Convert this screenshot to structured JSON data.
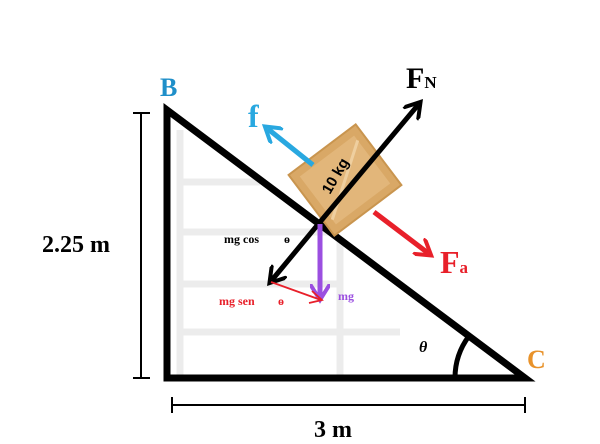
{
  "labels": {
    "vertex_b": "B",
    "vertex_c": "C",
    "height": "2.25 m",
    "base": "3 m",
    "angle": "θ",
    "mass": "10 kg",
    "normal_force": "F",
    "normal_force_sub": "N",
    "friction": "f",
    "applied_force": "F",
    "applied_force_sub": "a",
    "mg_cos": "mg cos",
    "mg_cos_theta": "ө",
    "mg_sen": "mg sen",
    "mg_sen_theta": "ө",
    "weight": "mg"
  },
  "colors": {
    "incline": "#000000",
    "box": "#d9a866",
    "friction": "#29a8e0",
    "applied": "#e8202a",
    "weight": "#9b4fe0",
    "vertex_b": "#1f8fc9",
    "vertex_c": "#e8922a"
  }
}
